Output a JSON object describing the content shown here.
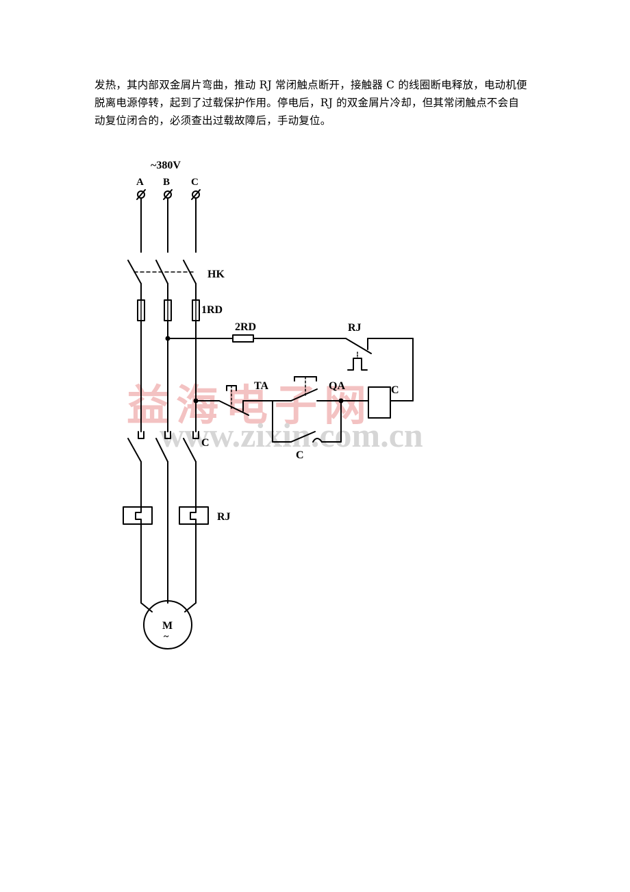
{
  "paragraph": {
    "line1": "发热，其内部双金屑片弯曲，推动 RJ 常闭触点断开，接触器 C 的线圈断电释放，电动机便",
    "line2": "脱离电源停转，起到了过载保护作用。停电后，RJ 的双金屑片冷却，但其常闭触点不会自",
    "line3": "动复位闭合的，必须查出过载故障后，手动复位。"
  },
  "diagram": {
    "supply_label": "~380V",
    "phase_a": "A",
    "phase_b": "B",
    "phase_c": "C",
    "knife_switch": "HK",
    "main_fuse": "1RD",
    "control_fuse": "2RD",
    "overload_relay_contact": "RJ",
    "stop_button": "TA",
    "start_button": "QA",
    "contactor_coil": "C",
    "contactor_aux_contact": "C",
    "contactor_main_contact": "C",
    "overload_relay_heater": "RJ",
    "motor_letter": "M",
    "motor_ac_symbol": "~"
  },
  "watermark": {
    "text": "益海电子网",
    "url": "www.zixin.com.cn",
    "color": "#f3c2c2",
    "url_color": "#d5d5d5"
  }
}
